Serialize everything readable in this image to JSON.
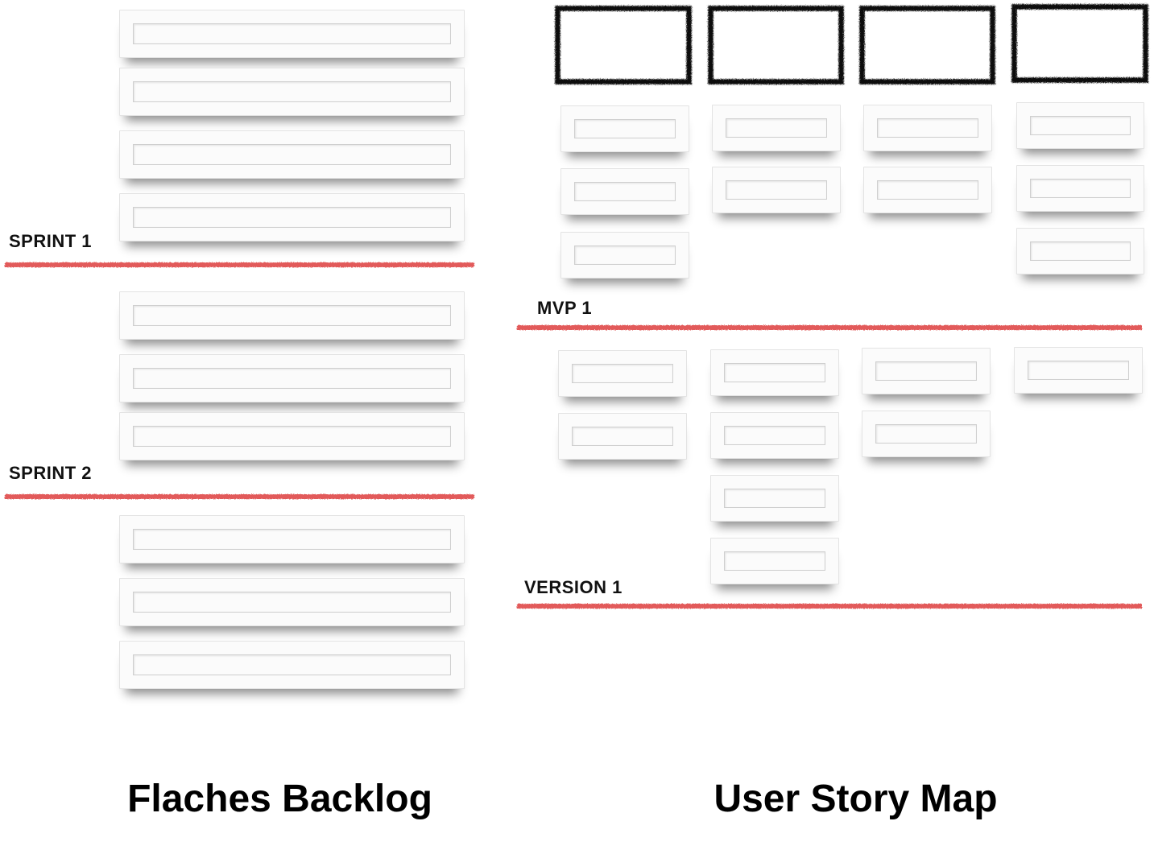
{
  "colors": {
    "cutline": "#e25a5a",
    "epic_border": "#111111",
    "card": "#fbfbfb"
  },
  "backlog": {
    "heading": "Flaches Backlog",
    "sprint1_label": "SPRINT 1",
    "sprint2_label": "SPRINT 2"
  },
  "story_map": {
    "heading": "User Story Map",
    "mvp_label": "MVP 1",
    "version_label": "VERSION 1"
  }
}
